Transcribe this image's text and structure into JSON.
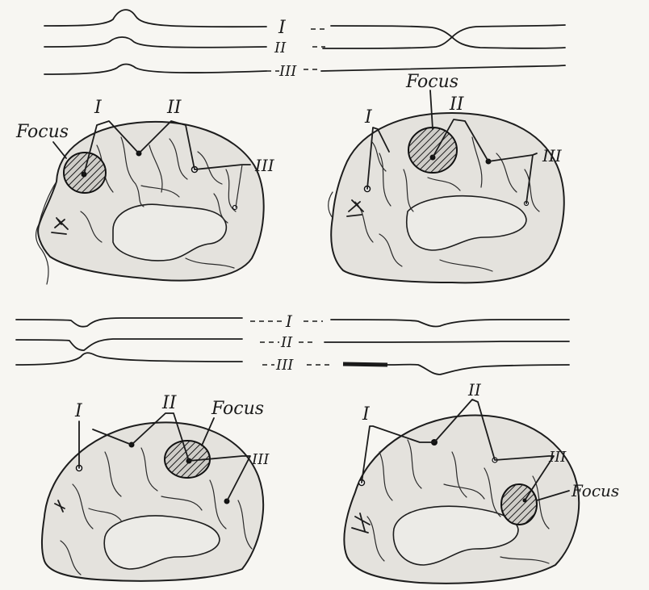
{
  "trace_labels": {
    "one": "I",
    "two": "II",
    "three": "III"
  },
  "focus_label": "Focus",
  "electrode_labels": {
    "one": "I",
    "two": "II",
    "three": "III"
  }
}
